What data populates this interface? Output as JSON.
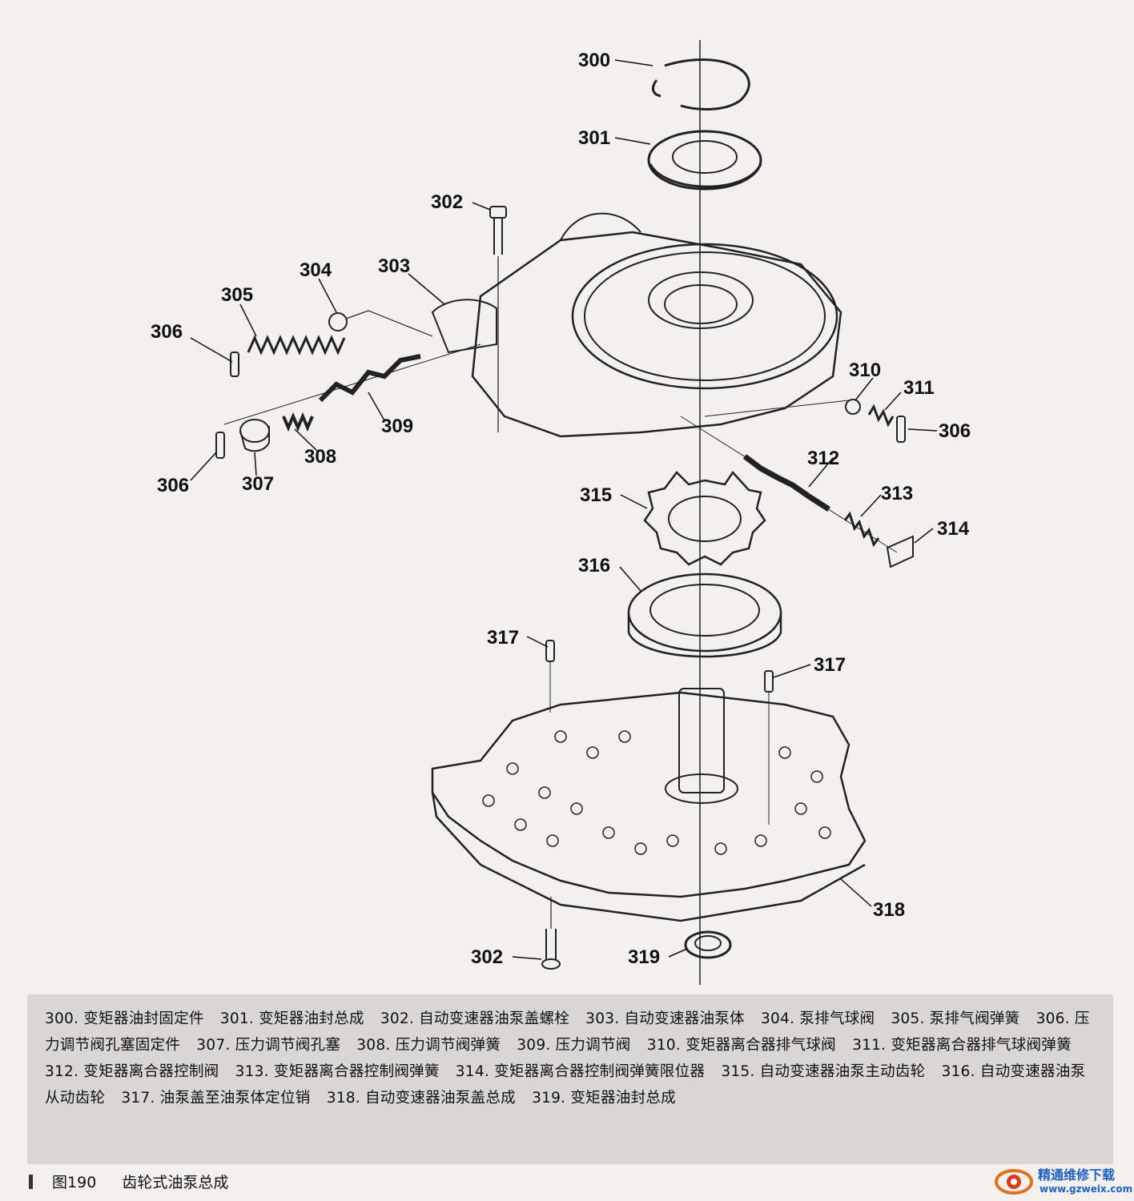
{
  "callouts": {
    "c300": "300",
    "c301": "301",
    "c302a": "302",
    "c302b": "302",
    "c303": "303",
    "c304": "304",
    "c305": "305",
    "c306a": "306",
    "c306b": "306",
    "c306c": "306",
    "c307": "307",
    "c308": "308",
    "c309": "309",
    "c310": "310",
    "c311": "311",
    "c312": "312",
    "c313": "313",
    "c314": "314",
    "c315": "315",
    "c316": "316",
    "c317a": "317",
    "c317b": "317",
    "c318": "318",
    "c319": "319"
  },
  "legend": [
    "300. 变矩器油封固定件",
    "301. 变矩器油封总成",
    "302. 自动变速器油泵盖螺栓",
    "303. 自动变速器油泵体",
    "304. 泵排气球阀",
    "305. 泵排气阀弹簧",
    "306. 压力调节阀孔塞固定件",
    "307. 压力调节阀孔塞",
    "308. 压力调节阀弹簧",
    "309. 压力调节阀",
    "310. 变矩器离合器排气球阀",
    "311. 变矩器离合器排气球阀弹簧",
    "312. 变矩器离合器控制阀",
    "313. 变矩器离合器控制阀弹簧",
    "314. 变矩器离合器控制阀弹簧限位器",
    "315. 自动变速器油泵主动齿轮",
    "316. 自动变速器油泵从动齿轮",
    "317. 油泵盖至油泵体定位销",
    "318. 自动变速器油泵盖总成",
    "319. 变矩器油封总成"
  ],
  "caption": {
    "figure": "图190",
    "title": "齿轮式油泵总成"
  },
  "watermark": {
    "name": "精通维修下载",
    "url": "www.gzweix.com"
  }
}
